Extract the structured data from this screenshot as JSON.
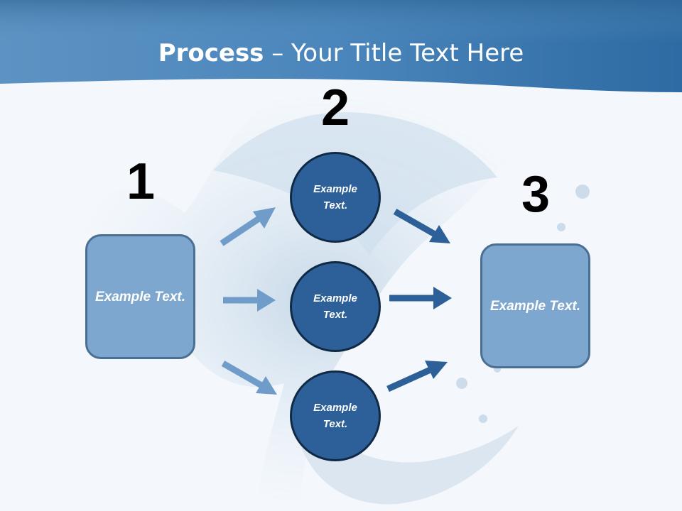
{
  "title": {
    "bold": "Process",
    "rest": " – Your Title Text Here"
  },
  "numbers": [
    "1",
    "2",
    "3"
  ],
  "left_box": {
    "text": "Example Text."
  },
  "circles": [
    {
      "text": "Example Text."
    },
    {
      "text": "Example Text."
    },
    {
      "text": "Example Text."
    }
  ],
  "right_box": {
    "text": "Example Text."
  },
  "colors": {
    "header": "#3a78b0",
    "box_fill": "#7ea7cf",
    "box_border": "#4a6f93",
    "circle_fill": "#2d6098",
    "arrow_light": "#6f9cc8",
    "arrow_dark": "#2d6098"
  }
}
